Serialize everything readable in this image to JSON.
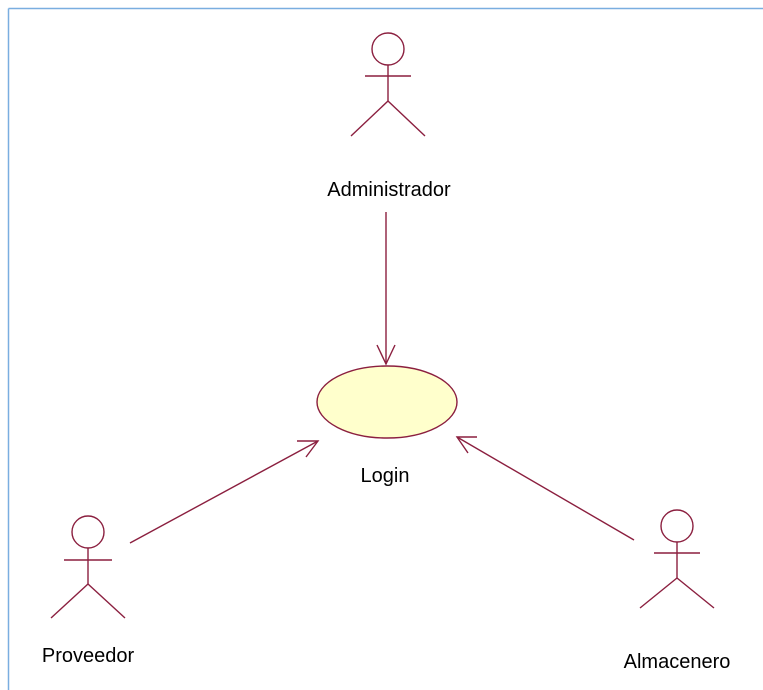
{
  "actors": {
    "administrador": {
      "label": "Administrador",
      "icon": "actor-icon"
    },
    "proveedor": {
      "label": "Proveedor",
      "icon": "actor-icon"
    },
    "almacenero": {
      "label": "Almacenero",
      "icon": "actor-icon"
    }
  },
  "usecases": {
    "login": {
      "label": "Login"
    }
  },
  "associations": [
    {
      "from": "Administrador",
      "to": "Login",
      "arrow": "open"
    },
    {
      "from": "Proveedor",
      "to": "Login",
      "arrow": "open"
    },
    {
      "from": "Almacenero",
      "to": "Login",
      "arrow": "open"
    }
  ],
  "colors": {
    "stroke": "#8b1f3f",
    "usecase_fill": "#ffffcc",
    "frame_border": "#7aaee0",
    "background": "#ffffff"
  }
}
